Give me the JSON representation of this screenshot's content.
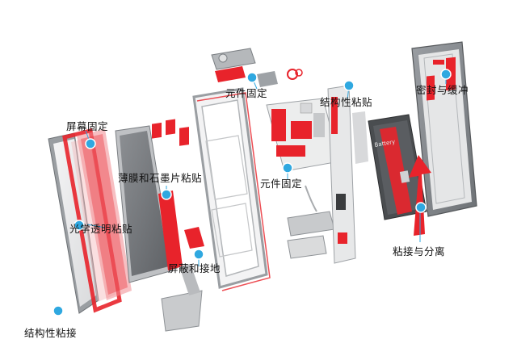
{
  "diagram": {
    "accent_colors": {
      "adhesive_red": "#e8232b",
      "marker_blue": "#2fa8e0",
      "frame_gray": "#8a8f94"
    },
    "labels": {
      "screen_fix": "屏幕固定",
      "optical_clear_bond": "光学透明粘贴",
      "structural_bond_bottom": "结构性粘接",
      "film_graphite_bond": "薄膜和石墨片粘贴",
      "shield_ground": "屏蔽和接地",
      "component_fix_top": "元件固定",
      "component_fix_mid": "元件固定",
      "structural_bond_top": "结构性粘贴",
      "seal_cushion": "密封与缓冲",
      "bond_separate": "粘接与分离"
    },
    "battery_label": "Battery"
  }
}
